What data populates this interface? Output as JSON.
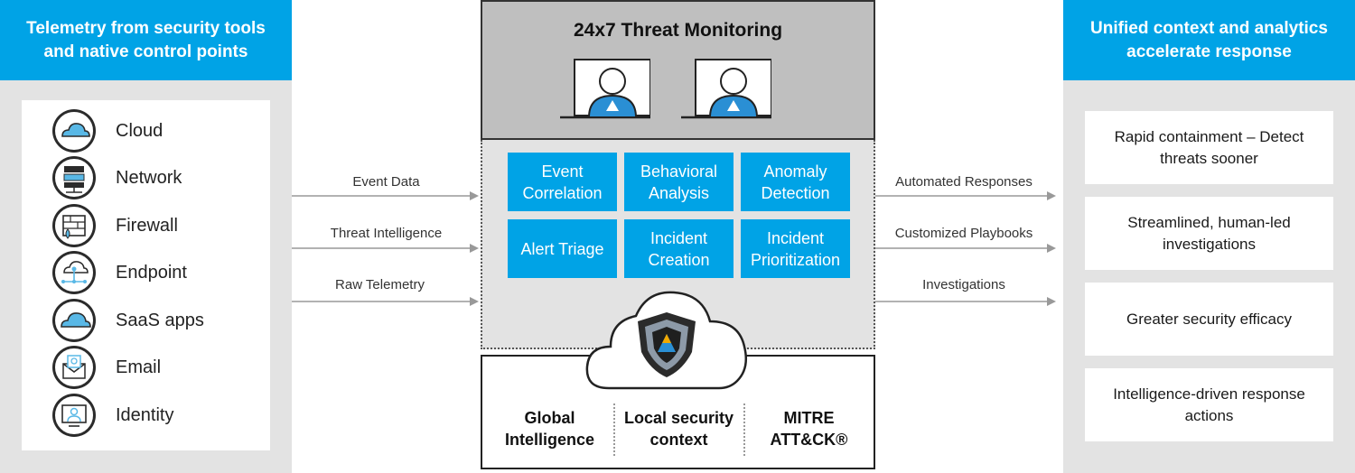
{
  "left_panel": {
    "header": "Telemetry from security tools and native control points",
    "sources": [
      {
        "label": "Cloud",
        "icon": "cloud-icon"
      },
      {
        "label": "Network",
        "icon": "server-icon"
      },
      {
        "label": "Firewall",
        "icon": "firewall-icon"
      },
      {
        "label": "Endpoint",
        "icon": "endpoint-icon"
      },
      {
        "label": "SaaS apps",
        "icon": "saas-cloud-icon"
      },
      {
        "label": "Email",
        "icon": "email-icon"
      },
      {
        "label": "Identity",
        "icon": "identity-icon"
      }
    ]
  },
  "inputs": {
    "event_data": "Event Data",
    "threat_intelligence": "Threat Intelligence",
    "raw_telemetry": "Raw Telemetry"
  },
  "center": {
    "monitor_title": "24x7 Threat Monitoring",
    "functions": [
      "Event Correlation",
      "Behavioral Analysis",
      "Anomaly Detection",
      "Alert Triage",
      "Incident Creation",
      "Incident Prioritization"
    ],
    "intel": {
      "global": "Global Intelligence",
      "local": "Local security context",
      "mitre": "MITRE ATT&CK®"
    }
  },
  "outputs": {
    "automated_responses": "Automated Responses",
    "customized_playbooks": "Customized Playbooks",
    "investigations": "Investigations"
  },
  "right_panel": {
    "header": "Unified context and analytics accelerate response",
    "outcomes": [
      "Rapid containment – Detect threats sooner",
      "Streamlined, human-led investigations",
      "Greater security efficacy",
      "Intelligence-driven response actions"
    ]
  },
  "colors": {
    "accent_blue": "#00a3e6",
    "panel_gray": "#e3e3e3",
    "monitor_gray": "#bfbfbf",
    "icon_dark": "#2b2b2b",
    "arrow_gray": "#999999"
  }
}
